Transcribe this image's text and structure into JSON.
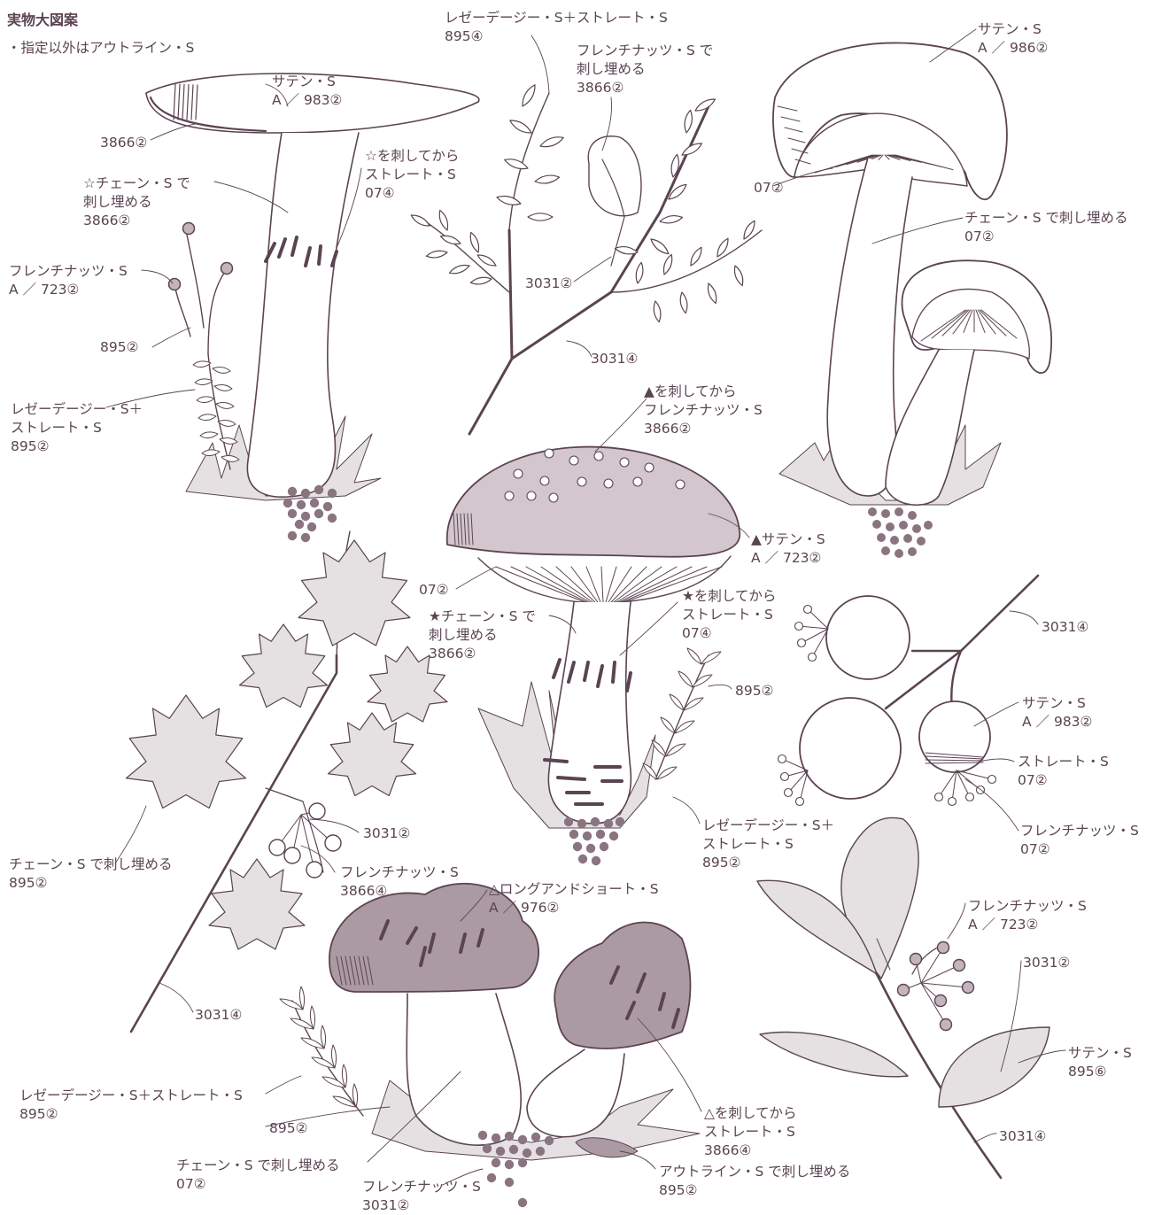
{
  "header": {
    "title": "実物大図案",
    "note": "・指定以外はアウトライン・S"
  },
  "colors": {
    "line": "#5b4452",
    "fill_light": "#e5e1e2",
    "fill_mauve": "#d3c6cc",
    "fill_dark": "#ac9aa3",
    "dot_fill": "#8a747f",
    "berry_light": "#c4b4bc"
  },
  "labels": {
    "l01": "サテン・S\nA ／ 983②",
    "l02": "3866②",
    "l03": "☆を刺してから\nストレート・S\n07④",
    "l04": "☆チェーン・S で\n刺し埋める\n3866②",
    "l05": "フレンチナッツ・S\nA ／ 723②",
    "l06": "895②",
    "l07": "レゼーデージー・S＋\nストレート・S\n895②",
    "l08": "レゼーデージー・S＋ストレート・S\n895④",
    "l09": "フレンチナッツ・S で\n刺し埋める\n3866②",
    "l10": "3031②",
    "l11": "3031④",
    "l12": "サテン・S\nA ／ 986②",
    "l13": "07②",
    "l14": "チェーン・S で刺し埋める\n07②",
    "l15": "▲を刺してから\nフレンチナッツ・S\n3866②",
    "l16": "▲サテン・S\nA ／ 723②",
    "l17": "07②",
    "l18": "★を刺してから\nストレート・S\n07④",
    "l19": "★チェーン・S で\n刺し埋める\n3866②",
    "l20": "895②",
    "l21": "レゼーデージー・S＋\nストレート・S\n895②",
    "l22": "3031④",
    "l23": "サテン・S\nA ／ 983②",
    "l24": "ストレート・S\n07②",
    "l25": "フレンチナッツ・S\n07②",
    "l26": "チェーン・S で刺し埋める\n895②",
    "l27": "3031②",
    "l28": "フレンチナッツ・S\n3866④",
    "l29": "△ロングアンドショート・S\nA ／ 976②",
    "l30": "3031④",
    "l31": "フレンチナッツ・S\nA ／ 723②",
    "l32": "3031②",
    "l33": "サテン・S\n895⑥",
    "l34": "3031④",
    "l35": "レゼーデージー・S＋ストレート・S\n895②",
    "l36": "895②",
    "l37": "チェーン・S で刺し埋める\n07②",
    "l38": "フレンチナッツ・S\n3031②",
    "l39": "△を刺してから\nストレート・S\n3866④",
    "l40": "アウトライン・S で刺し埋める\n895②"
  }
}
